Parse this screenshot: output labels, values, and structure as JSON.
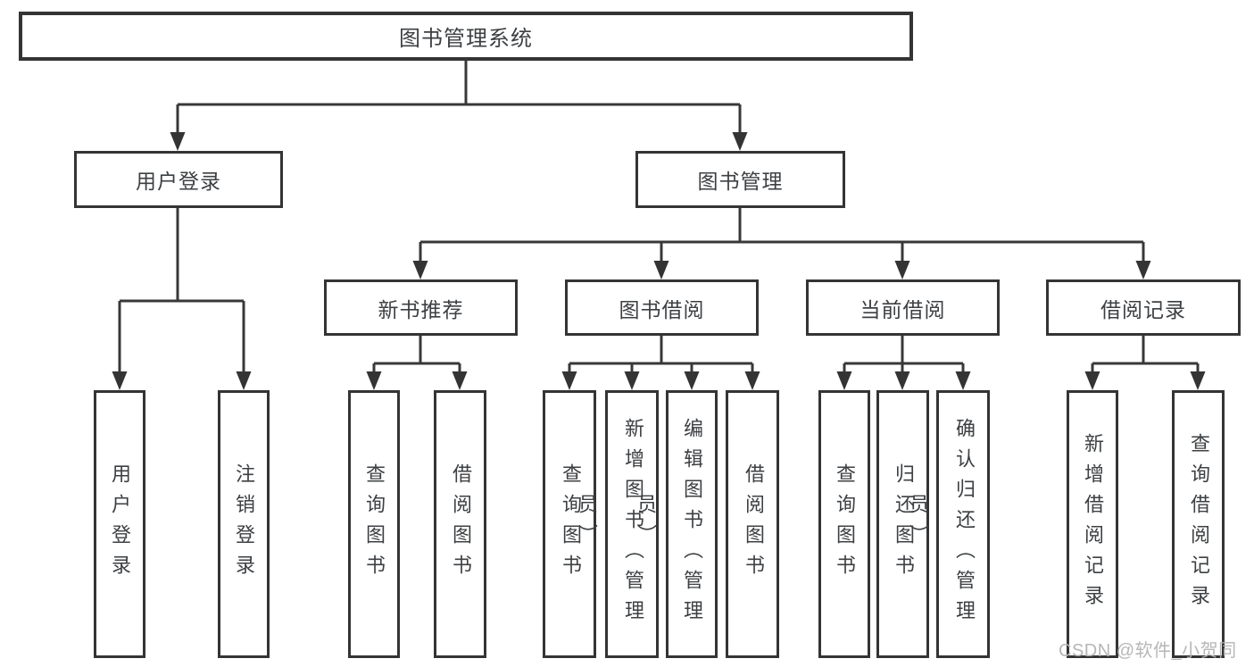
{
  "tree": {
    "root": {
      "label": "图书管理系统"
    },
    "branches": [
      {
        "label": "用户登录",
        "children": [
          {
            "label": "用户登录"
          },
          {
            "label": "注销登录"
          }
        ]
      },
      {
        "label": "图书管理",
        "children": [
          {
            "label": "新书推荐",
            "children": [
              {
                "label": "查询图书"
              },
              {
                "label": "借阅图书"
              }
            ]
          },
          {
            "label": "图书借阅",
            "children": [
              {
                "label": "查询图书"
              },
              {
                "label": "新增图书（管理员）"
              },
              {
                "label": "编辑图书（管理员）"
              },
              {
                "label": "借阅图书"
              }
            ]
          },
          {
            "label": "当前借阅",
            "children": [
              {
                "label": "查询图书"
              },
              {
                "label": "归还图书"
              },
              {
                "label": "确认归还（管理员）"
              }
            ]
          },
          {
            "label": "借阅记录",
            "children": [
              {
                "label": "新增借阅记录"
              },
              {
                "label": "查询借阅记录"
              }
            ]
          }
        ]
      }
    ]
  },
  "watermark": {
    "text": "CSDN @软件_小贺同学"
  },
  "colors": {
    "line": "#383838",
    "box_border": "#343434",
    "text": "#3d4043",
    "watermark": "#b3b3b3",
    "background": "#ffffff"
  }
}
